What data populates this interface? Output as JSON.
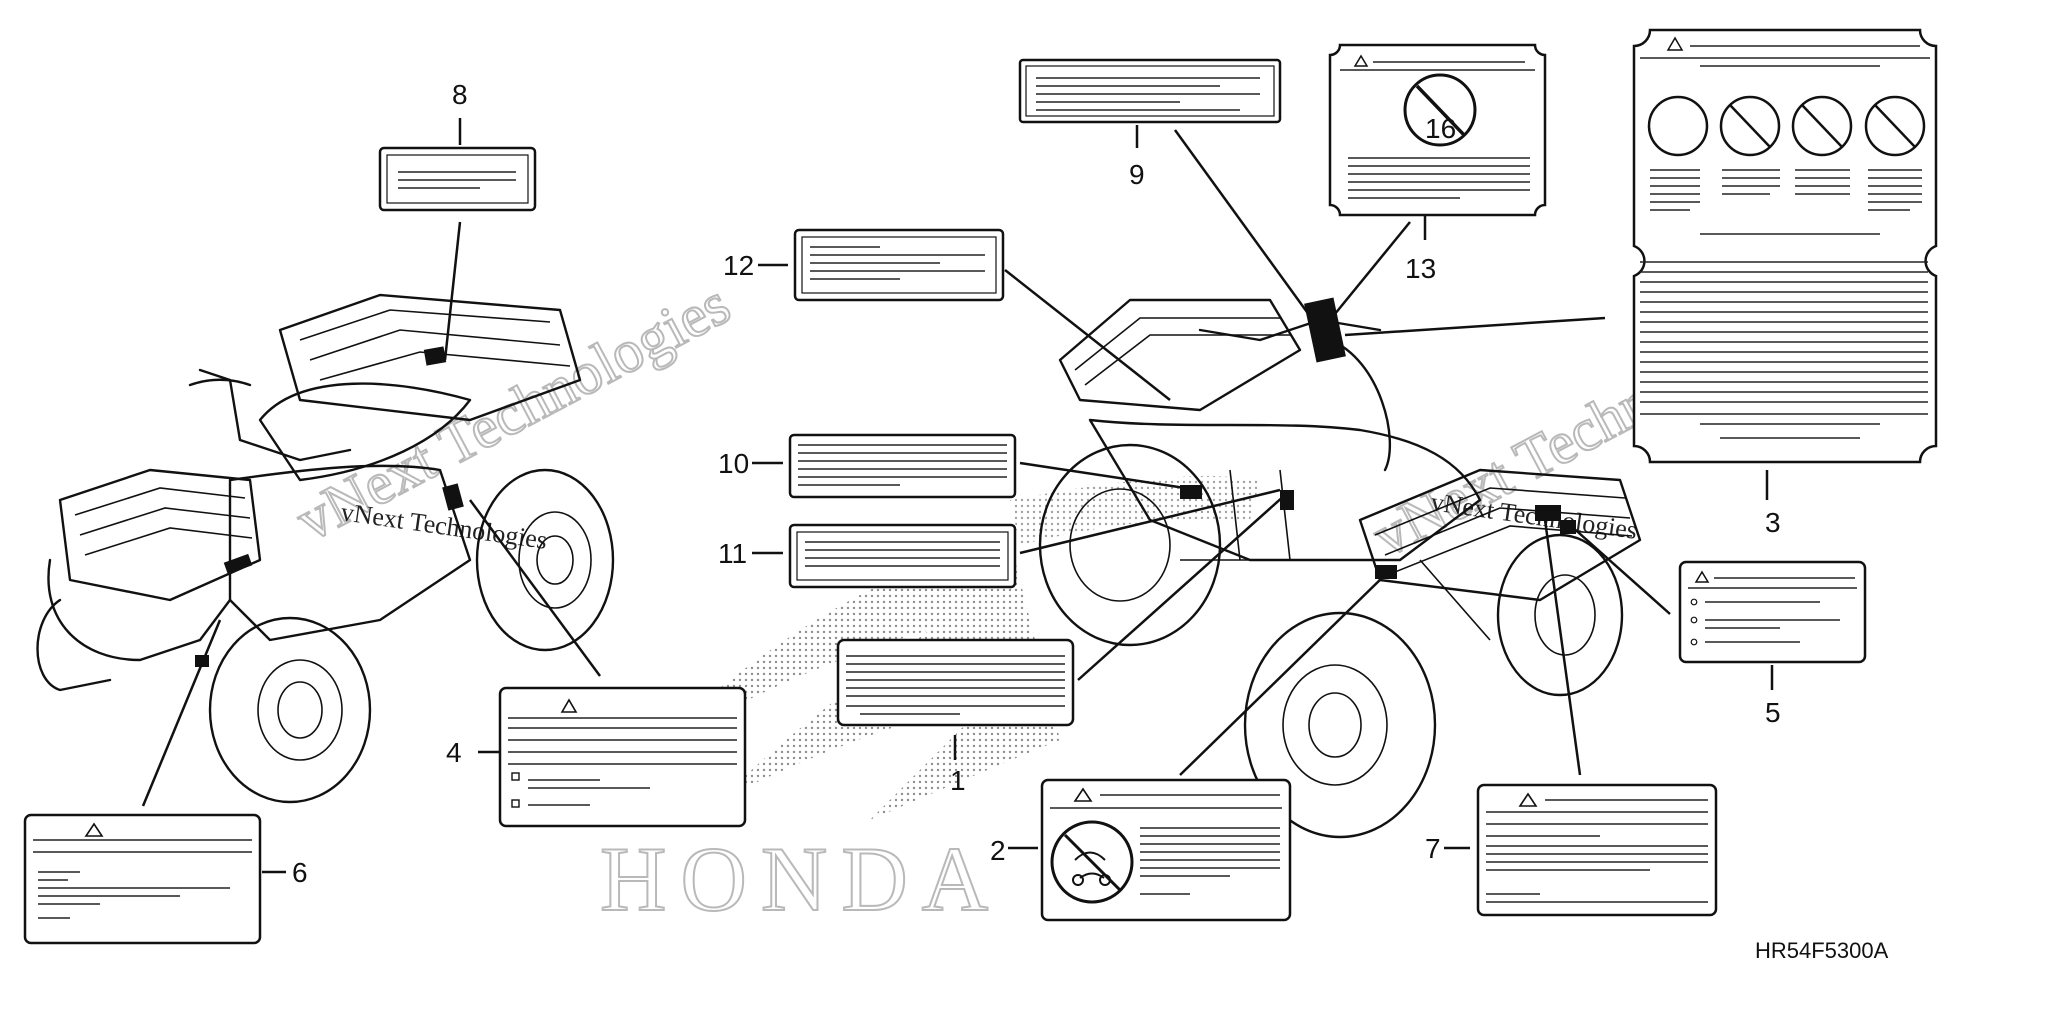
{
  "diagram": {
    "callouts": [
      "1",
      "2",
      "3",
      "4",
      "5",
      "6",
      "7",
      "8",
      "9",
      "10",
      "11",
      "12",
      "13"
    ],
    "ref_code": "HR54F5300A",
    "watermark": {
      "brand": "HONDA",
      "text": "vNext Technologies"
    },
    "label_13_icon_text": "16"
  }
}
